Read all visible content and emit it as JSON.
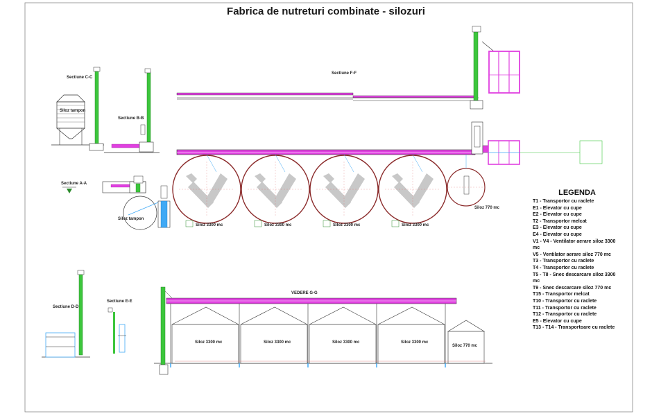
{
  "title": "Fabrica de nutreturi combinate - silozuri",
  "sections": {
    "cc": "Sectiune C-C",
    "bb": "Sectiune B-B",
    "aa": "Sectiune A-A",
    "dd": "Sectiune D-D",
    "ee": "Sectiune E-E",
    "ff": "Sectiune F-F",
    "gg": "VEDERE G-G"
  },
  "labels": {
    "siloz_tampon_box": "Siloz tampon",
    "siloz_tampon_round": "Siloz tampon",
    "siloz_3300": "Siloz 3300 mc",
    "siloz_770": "Siloz 770 mc"
  },
  "legend": {
    "title": "LEGENDA",
    "items": [
      "T1 - Transportor cu raclete",
      "E1 - Elevator cu cupe",
      "E2 - Elevator cu cupe",
      "T2 - Transportor melcat",
      "E3 - Elevator cu cupe",
      "E4 - Elevator cu cupe",
      "V1 - V4 - Ventilator aerare siloz 3300 mc",
      "V5 - Ventilator aerare siloz 770 mc",
      "T3 - Transportor cu raclete",
      "T4 - Transportor cu raclete",
      "T5 - T8 - Snec descarcare siloz 3300 mc",
      "T9 - Snec descarcare siloz 770 mc",
      "T15 - Transportor melcat",
      "T10 - Transportor cu raclete",
      "T11 - Transportor cu raclete",
      "T12 - Transportor cu raclete",
      "E5 - Elevator cu cupe",
      "T13 - T14 - Transportoare cu raclete"
    ]
  },
  "colors": {
    "elevator": "#3cc63c",
    "conveyor": "#e040e0",
    "silo_ring": "#8b2b2b",
    "silo_fill": "#c8c8c8",
    "linework": "#333333",
    "duct": "#3fa9f5"
  }
}
